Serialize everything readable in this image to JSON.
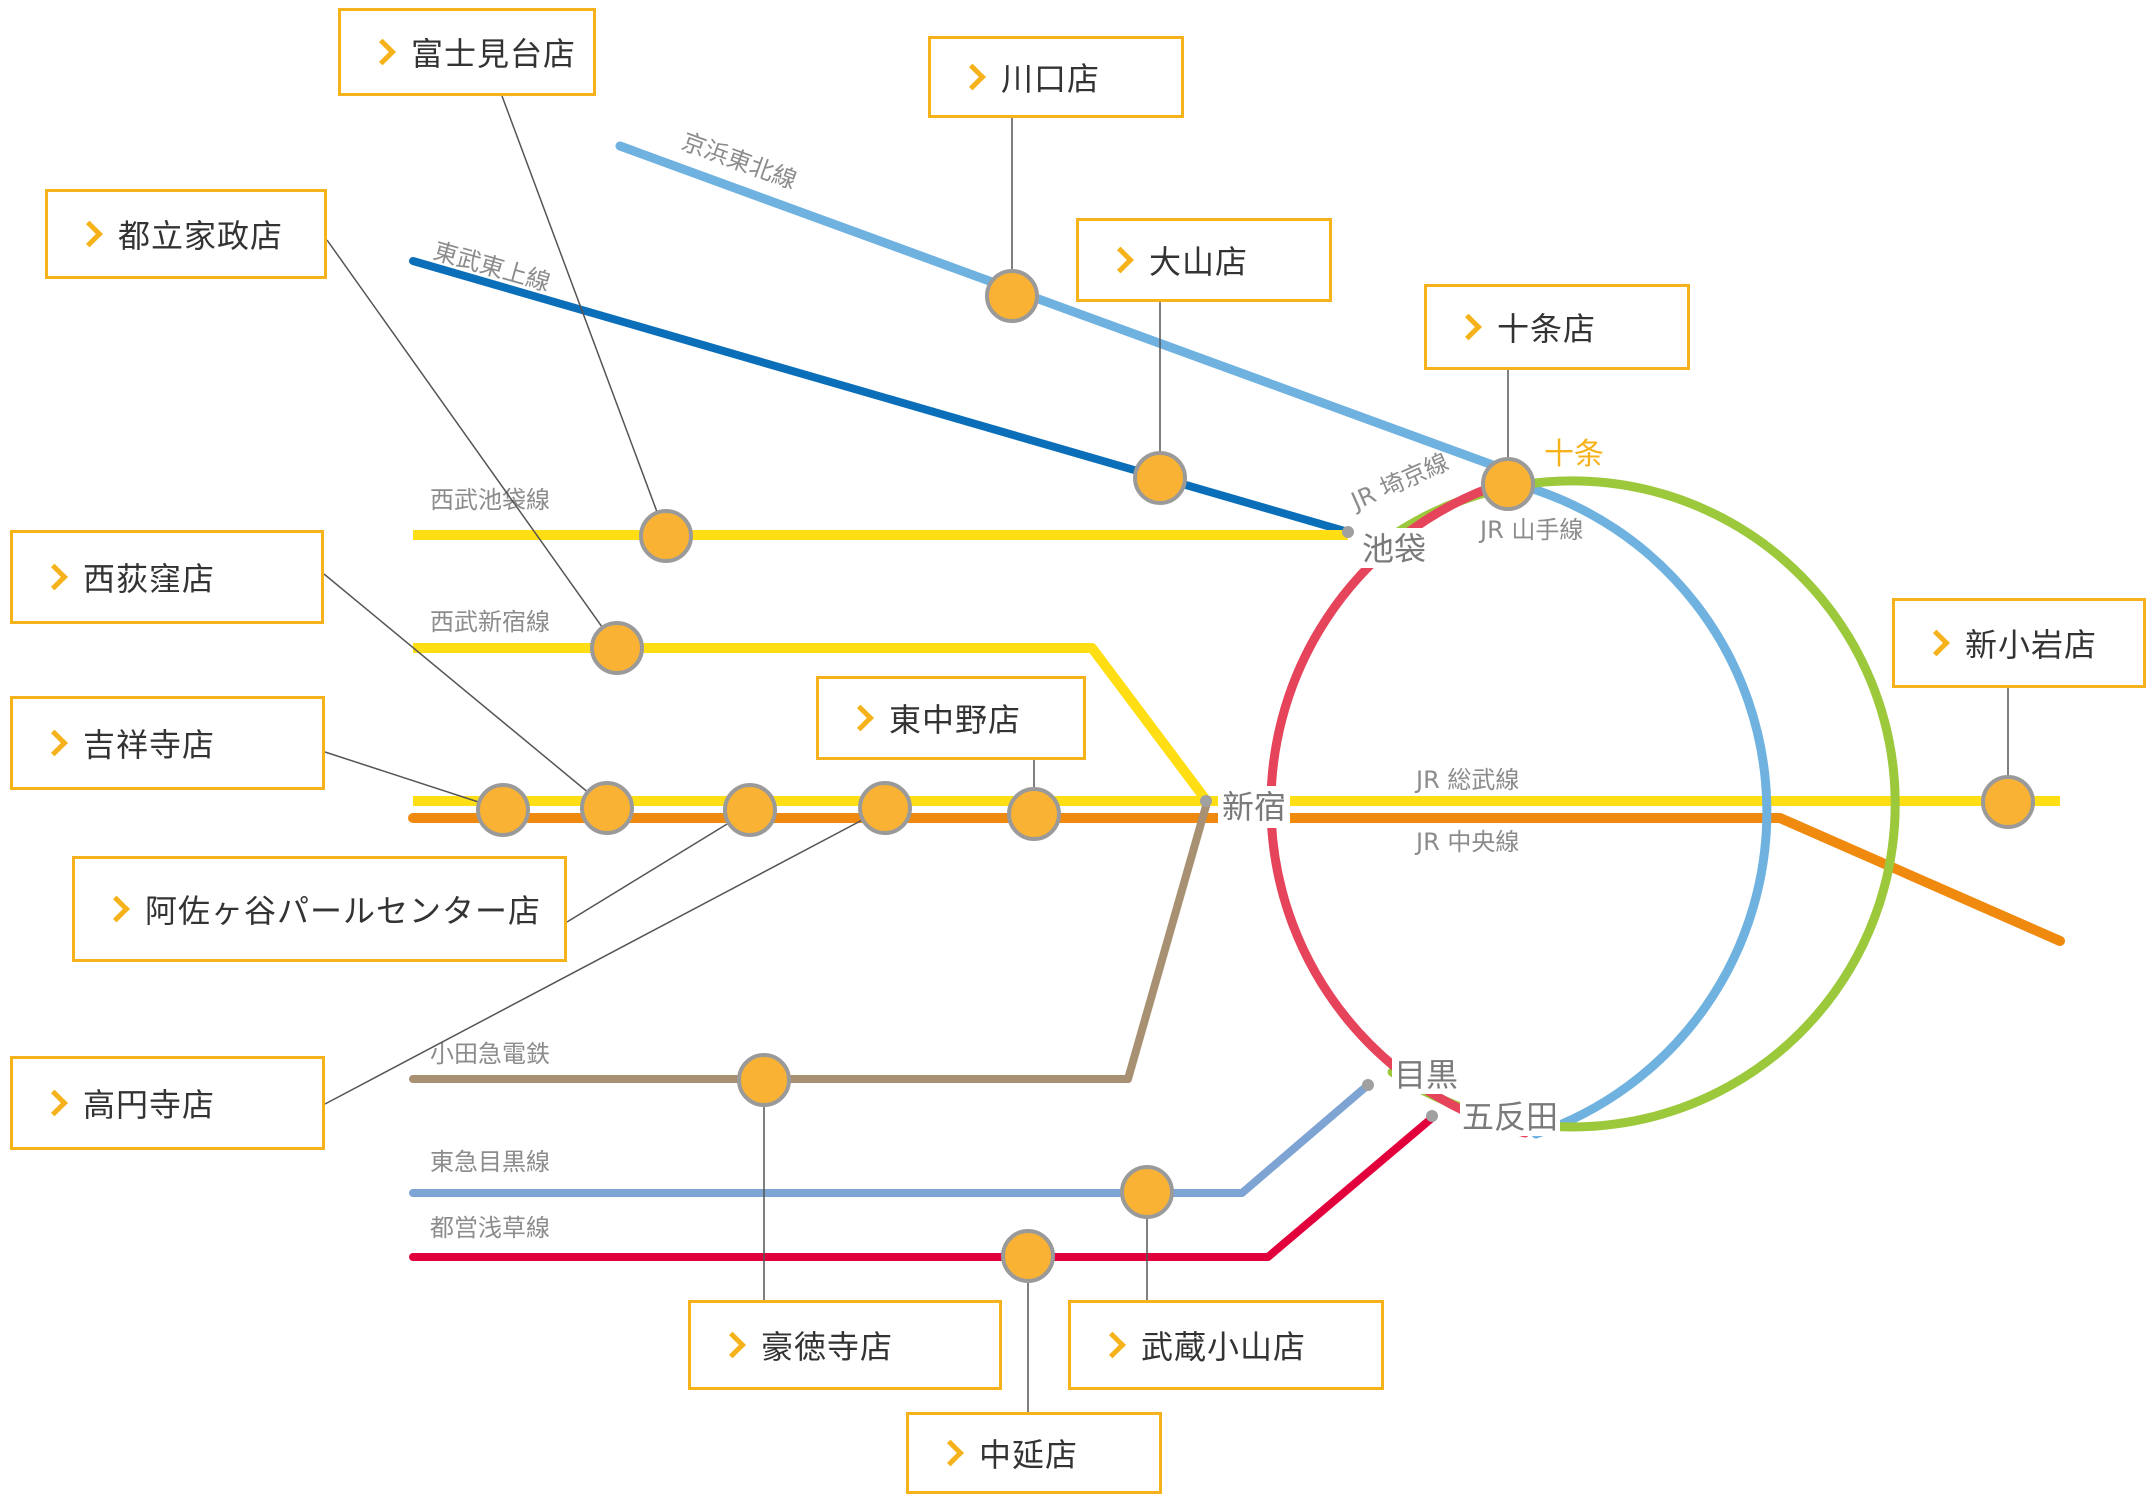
{
  "colors": {
    "accent": "#f5b21a",
    "keihin_tohoku": "#6fb2e0",
    "tobu_tojo": "#0a6fb8",
    "seibu": "#ffde14",
    "chuo": "#f08a0f",
    "odakyu": "#a89073",
    "tokyu_meguro": "#7ea4d3",
    "toei_asakusa": "#e2003c",
    "yamanote": "#9cc93b",
    "saikyo": "#e5445a"
  },
  "lines": {
    "keihin_tohoku": "京浜東北線",
    "tobu_tojo": "東武東上線",
    "seibu_ikebukuro": "西武池袋線",
    "seibu_shinjuku": "西武新宿線",
    "saikyo": "JR 埼京線",
    "yamanote": "JR 山手線",
    "sobu": "JR 総武線",
    "chuo": "JR 中央線",
    "odakyu": "小田急電鉄",
    "tokyu_meguro": "東急目黒線",
    "toei_asakusa": "都営浅草線"
  },
  "hubs": {
    "ikebukuro": "池袋",
    "shinjuku": "新宿",
    "meguro": "目黒",
    "gotanda": "五反田",
    "jujo": "十条"
  },
  "stores": {
    "fujimidai": "富士見台店",
    "kawaguchi": "川口店",
    "toritsukasei": "都立家政店",
    "oyama": "大山店",
    "jujo": "十条店",
    "nishiogikubo": "西荻窪店",
    "shinkoiwa": "新小岩店",
    "higashinakano": "東中野店",
    "kichijoji": "吉祥寺店",
    "asagaya": "阿佐ヶ谷パールセンター店",
    "koenji": "高円寺店",
    "gotokuji": "豪徳寺店",
    "musashikoyama": "武蔵小山店",
    "nakanobu": "中延店"
  }
}
